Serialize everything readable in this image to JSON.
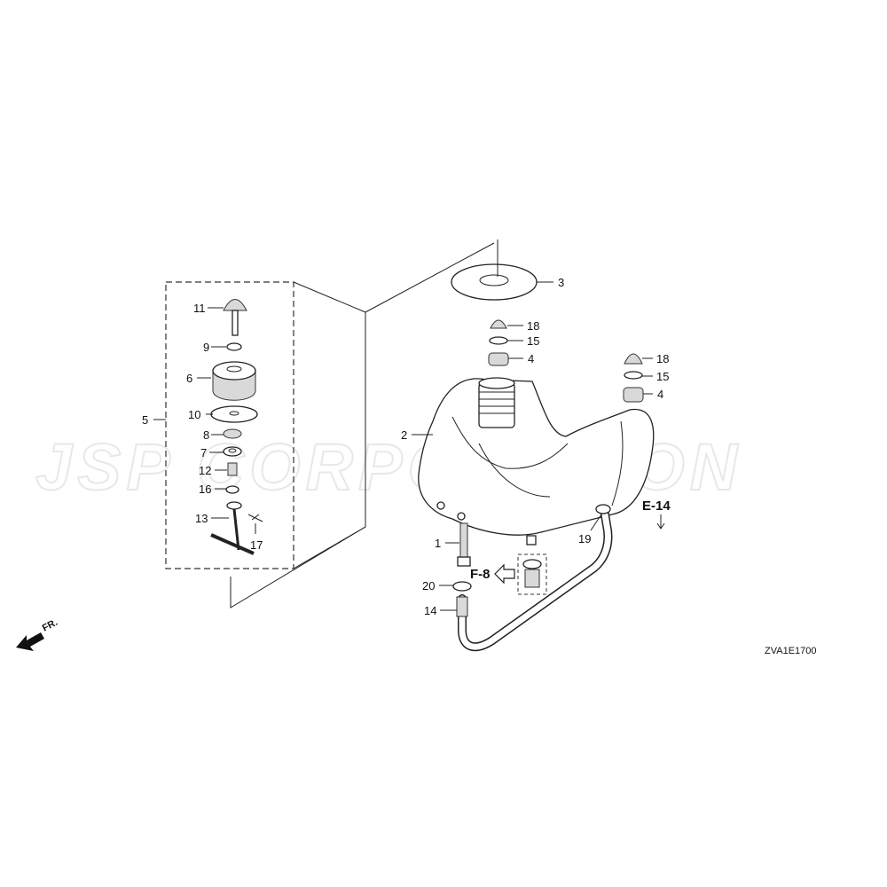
{
  "watermark": "JSP CORPORATION",
  "diagram_code": "ZVA1E1700",
  "direction_label": "FR.",
  "references": {
    "fuel_cock": "F-8",
    "frame": "E-14"
  },
  "callouts": {
    "c1": "1",
    "c2": "2",
    "c3": "3",
    "c4a": "4",
    "c4b": "4",
    "c5": "5",
    "c6": "6",
    "c7": "7",
    "c8": "8",
    "c9": "9",
    "c10": "10",
    "c11": "11",
    "c12": "12",
    "c13": "13",
    "c14": "14",
    "c15a": "15",
    "c15b": "15",
    "c16": "16",
    "c17": "17",
    "c18a": "18",
    "c18b": "18",
    "c19": "19",
    "c20": "20"
  },
  "colors": {
    "line": "#222222",
    "watermark": "#e8e8e8",
    "background": "#ffffff"
  }
}
